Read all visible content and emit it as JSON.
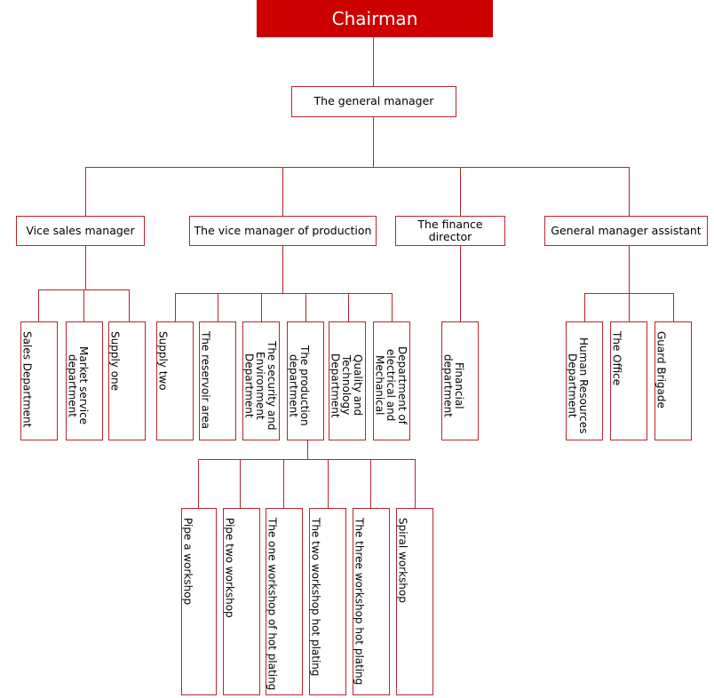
{
  "colors": {
    "line": "#b8262b",
    "root_fill": "#cc0000",
    "root_text": "#ffffff"
  },
  "nodes": {
    "chairman": "Chairman",
    "general_manager": "The general manager",
    "vice_sales": "Vice sales manager",
    "vice_production": "The vice manager of production",
    "finance_director": "The finance director",
    "gm_assistant": "General manager assistant",
    "sales_department": "Sales Department",
    "market_service": "Market service department",
    "supply_one": "Supply one",
    "supply_two": "Supply two",
    "reservoir_area": "The reservoir area",
    "security_env": "The security and Environment Department",
    "production_dept": "The production department",
    "quality_tech": "Quality and Technology Department",
    "elec_mech": "Department of electrical and Mechanical",
    "financial_dept": "Financial department",
    "human_resources": "Human Resources Department",
    "the_office": "The Office",
    "guard_brigade": "Guard Brigade",
    "pipe_a": "Pipe a workshop",
    "pipe_two": "Pipe two workshop",
    "one_hot": "The one workshop of hot plating",
    "two_hot": "The two workshop hot plating",
    "three_hot": "The three workshop hot plating",
    "spiral": "Spiral workshop"
  }
}
